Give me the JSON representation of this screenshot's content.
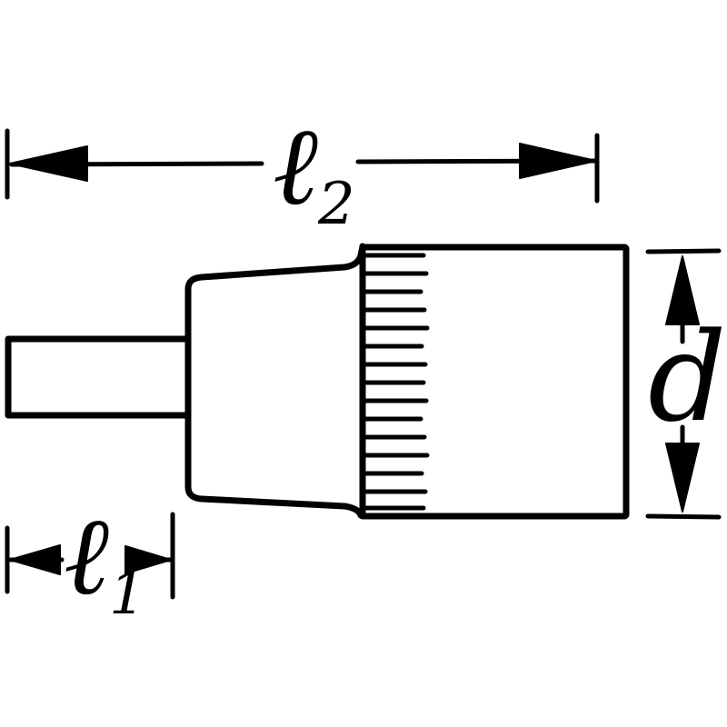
{
  "figure": {
    "kind": "technical-line-drawing",
    "subject": "screwdriver-socket-side-view",
    "background_color": "#ffffff",
    "stroke_color": "#000000"
  },
  "dimensions": {
    "l2": {
      "base": "ℓ",
      "sub": "2"
    },
    "l1": {
      "base": "ℓ",
      "sub": "1"
    },
    "d": {
      "base": "d"
    }
  }
}
